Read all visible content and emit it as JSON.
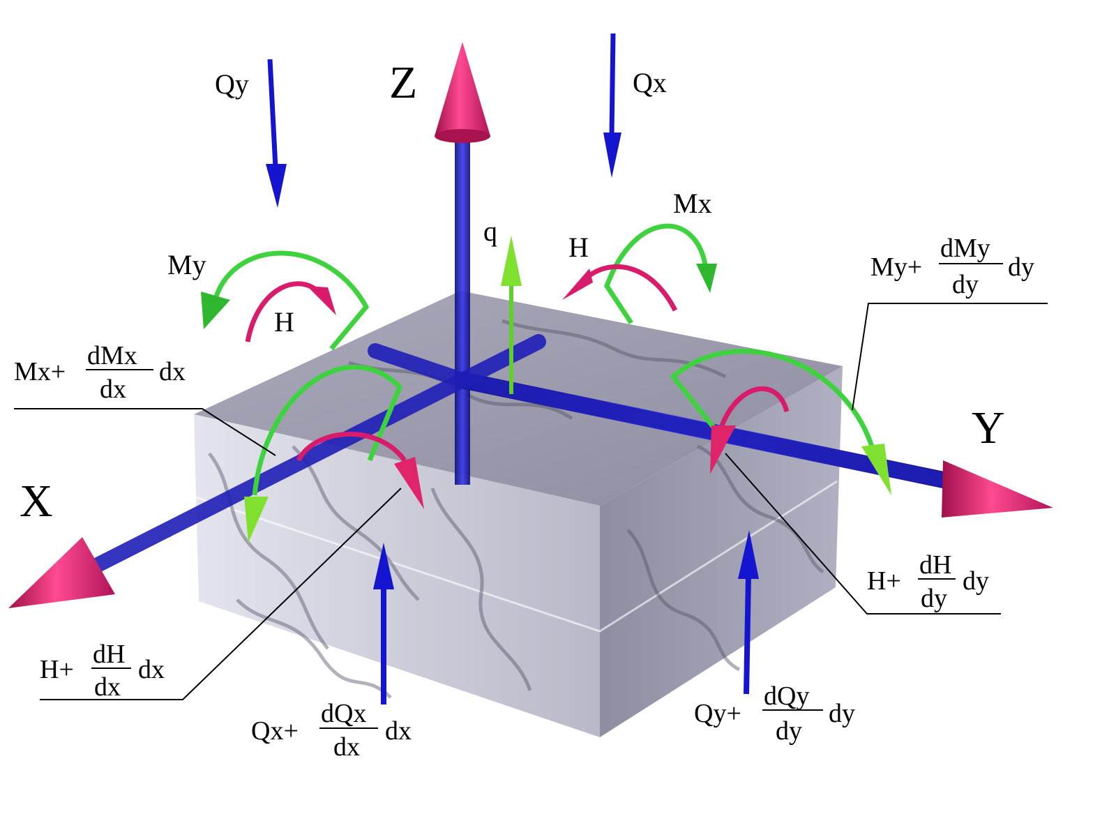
{
  "axes": {
    "x": "X",
    "y": "Y",
    "z": "Z"
  },
  "labels": {
    "qy": "Qy",
    "qx": "Qx",
    "q": "q",
    "my": "My",
    "mx": "Mx",
    "h_left": "H",
    "h_right": "H"
  },
  "expressions": {
    "mx_dx": {
      "prefix": "Mx+",
      "num": "dMx",
      "den": "dx",
      "suffix": "dx"
    },
    "my_dy": {
      "prefix": "My+",
      "num": "dMy",
      "den": "dy",
      "suffix": "dy"
    },
    "h_dy": {
      "prefix": "H+",
      "num": "dH",
      "den": "dy",
      "suffix": "dy"
    },
    "h_dx": {
      "prefix": "H+",
      "num": "dH",
      "den": "dx",
      "suffix": "dx"
    },
    "qx_dx": {
      "prefix": "Qx+",
      "num": "dQx",
      "den": "dx",
      "suffix": "dx"
    },
    "qy_dy": {
      "prefix": "Qy+",
      "num": "dQy",
      "den": "dy",
      "suffix": "dy"
    }
  },
  "colors": {
    "axis": "#1f1fb8",
    "axis_tip": "#e0246a",
    "force": "#1515d0",
    "moment": "#3fd23f",
    "twist": "#d81b6a",
    "block": "#b9b9cc"
  }
}
